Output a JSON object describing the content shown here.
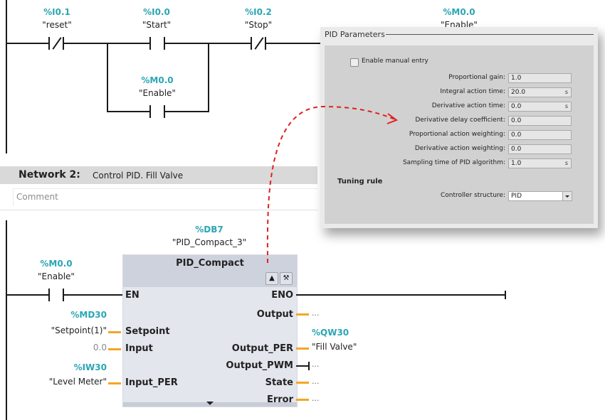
{
  "network1": {
    "contacts": [
      {
        "address": "%I0.1",
        "tag": "\"reset\"",
        "type": "normally-closed"
      },
      {
        "address": "%I0.0",
        "tag": "\"Start\"",
        "type": "normally-open"
      },
      {
        "address": "%I0.2",
        "tag": "\"Stop\"",
        "type": "normally-closed"
      },
      {
        "address": "%M0.0",
        "tag": "\"Enable\"",
        "type": "normally-open"
      }
    ],
    "coil": {
      "address": "%M0.0",
      "tag": "\"Enable\""
    }
  },
  "network2": {
    "title": "Network 2:",
    "description": "Control PID. Fill Valve",
    "comment_placeholder": "Comment",
    "enable_contact": {
      "address": "%M0.0",
      "tag": "\"Enable\""
    },
    "block": {
      "instance_address": "%DB7",
      "instance_name": "\"PID_Compact_3\"",
      "type": "PID_Compact",
      "icons": [
        "commissioning-icon",
        "configuration-icon"
      ],
      "inputs": [
        {
          "pin": "EN",
          "operand_address": "",
          "operand": ""
        },
        {
          "pin": "Setpoint",
          "operand_address": "%MD30",
          "operand": "\"Setpoint(1)\""
        },
        {
          "pin": "Input",
          "operand_address": "",
          "operand": "0.0"
        },
        {
          "pin": "Input_PER",
          "operand_address": "%IW30",
          "operand": "\"Level Meter\""
        }
      ],
      "outputs": [
        {
          "pin": "ENO",
          "operand_address": "",
          "operand": ""
        },
        {
          "pin": "Output",
          "operand_address": "",
          "operand": "..."
        },
        {
          "pin": "Output_PER",
          "operand_address": "%QW30",
          "operand": "\"Fill Valve\""
        },
        {
          "pin": "Output_PWM",
          "operand_address": "",
          "operand": "..."
        },
        {
          "pin": "State",
          "operand_address": "",
          "operand": "..."
        },
        {
          "pin": "Error",
          "operand_address": "",
          "operand": "..."
        }
      ]
    }
  },
  "dialog": {
    "title": "PID Parameters",
    "manual_entry": {
      "label": "Enable manual entry",
      "checked": false
    },
    "params": [
      {
        "label": "Proportional gain:",
        "value": "1.0",
        "unit": ""
      },
      {
        "label": "Integral action time:",
        "value": "20.0",
        "unit": "s"
      },
      {
        "label": "Derivative action time:",
        "value": "0.0",
        "unit": "s"
      },
      {
        "label": "Derivative delay coefficient:",
        "value": "0.0",
        "unit": ""
      },
      {
        "label": "Proportional action weighting:",
        "value": "0.0",
        "unit": ""
      },
      {
        "label": "Derivative action weighting:",
        "value": "0.0",
        "unit": ""
      },
      {
        "label": "Sampling time of PID algorithm:",
        "value": "1.0",
        "unit": "s"
      }
    ],
    "tuning_rule": {
      "heading": "Tuning rule",
      "structure_label": "Controller structure:",
      "structure_value": "PID"
    }
  },
  "colors": {
    "address": "#2aa6b4",
    "wire_orange": "#f5a623",
    "arrow": "#e02020"
  }
}
